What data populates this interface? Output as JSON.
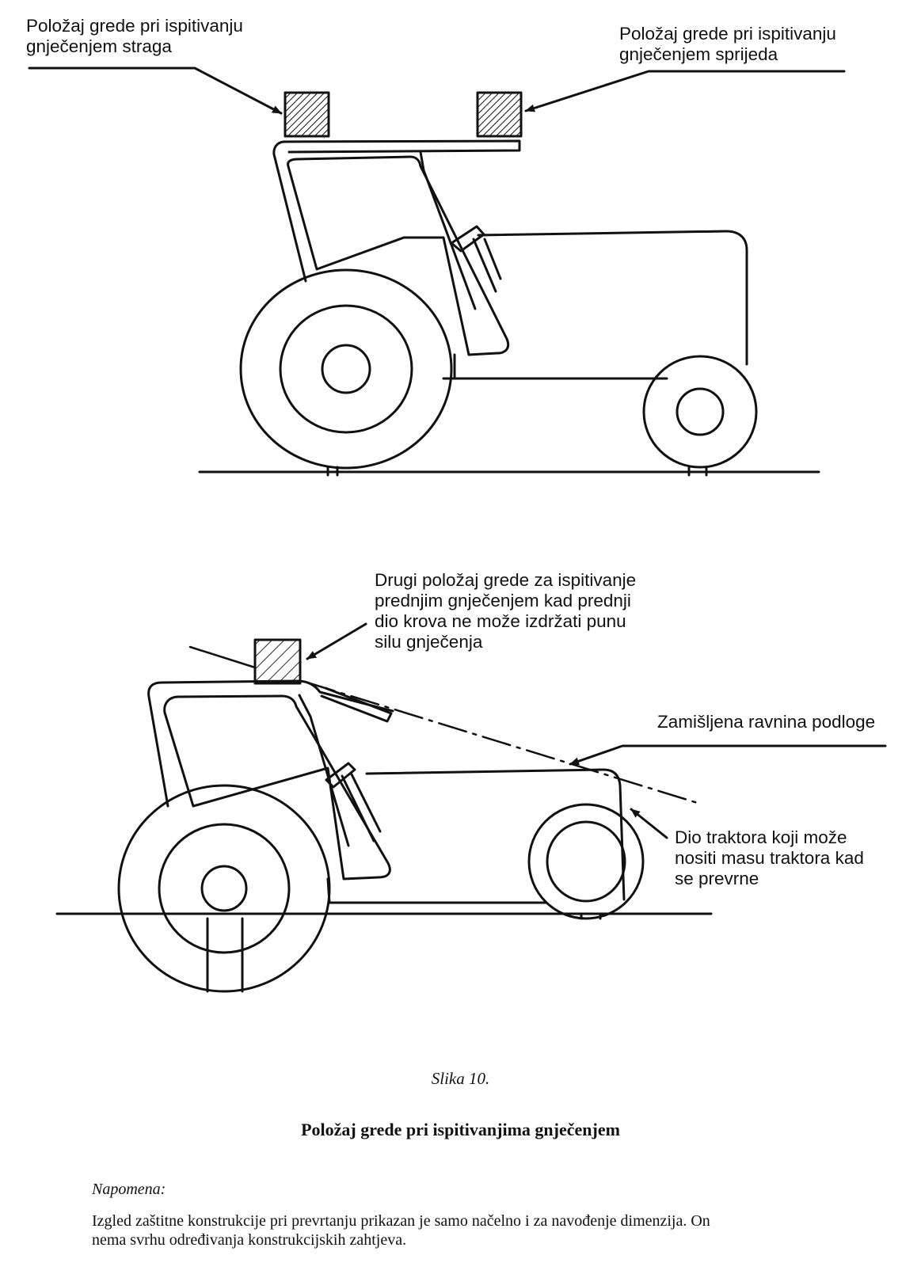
{
  "labels": {
    "rear_beam": [
      "Položaj grede pri ispitivanju",
      "gnječenjem straga"
    ],
    "front_beam": [
      "Položaj grede pri ispitivanju",
      "gnječenjem sprijeda"
    ],
    "alt_beam": [
      "Drugi položaj grede za ispitivanje",
      "prednjim gnječenjem kad prednji",
      "dio krova ne može izdržati punu",
      "silu gnječenja"
    ],
    "ground_plane": "Zamišljena ravnina podloge",
    "support_part": [
      "Dio traktora koji može",
      "nositi masu traktora kad",
      "se prevrne"
    ]
  },
  "caption": {
    "figure_no": "Slika 10.",
    "title": "Položaj grede pri ispitivanjima gnječenjem"
  },
  "note": {
    "heading": "Napomena:",
    "lines": [
      "Izgled zaštitne konstrukcije pri prevrtanju prikazan je samo načelno i za navođenje dimenzija. On",
      "nema svrhu određivanja konstrukcijskih zahtjeva."
    ]
  },
  "colors": {
    "ink": "#111111",
    "paper": "#ffffff"
  }
}
